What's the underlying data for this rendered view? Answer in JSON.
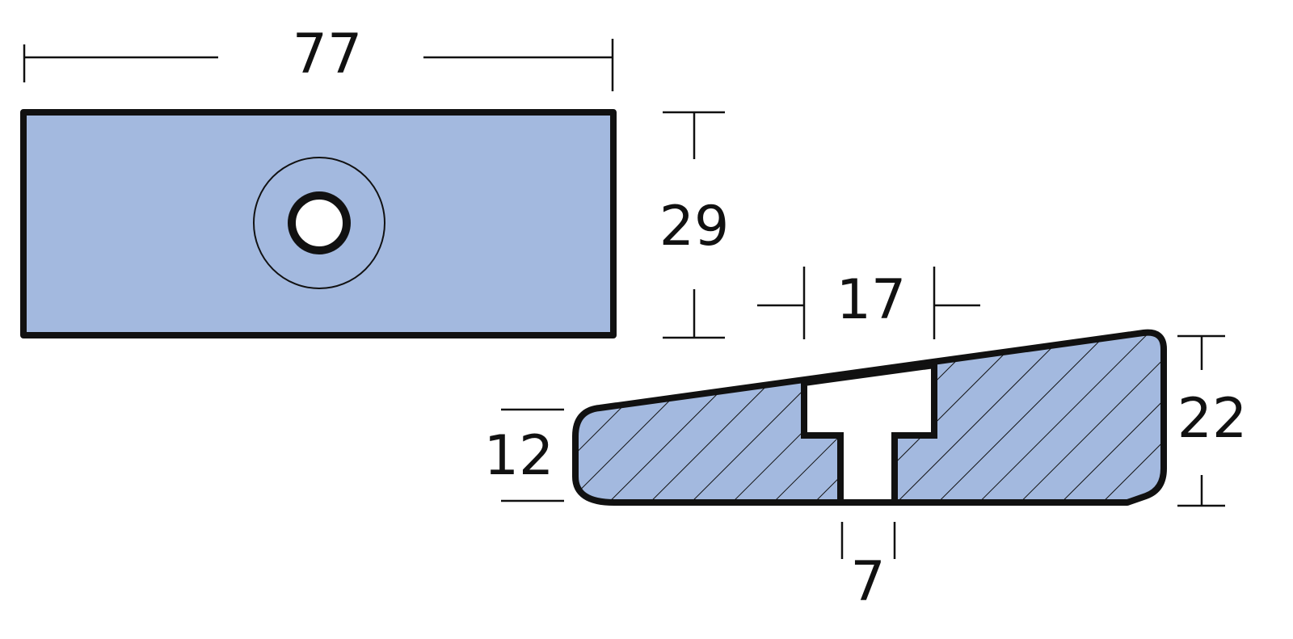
{
  "colors": {
    "fill": "#a3b9df",
    "outline": "#111111",
    "background": "#ffffff"
  },
  "top_view": {
    "length_label": "77",
    "width_label": "29"
  },
  "section_view": {
    "slot_width_label": "17",
    "left_height_label": "12",
    "right_height_label": "22",
    "hole_width_label": "7"
  }
}
